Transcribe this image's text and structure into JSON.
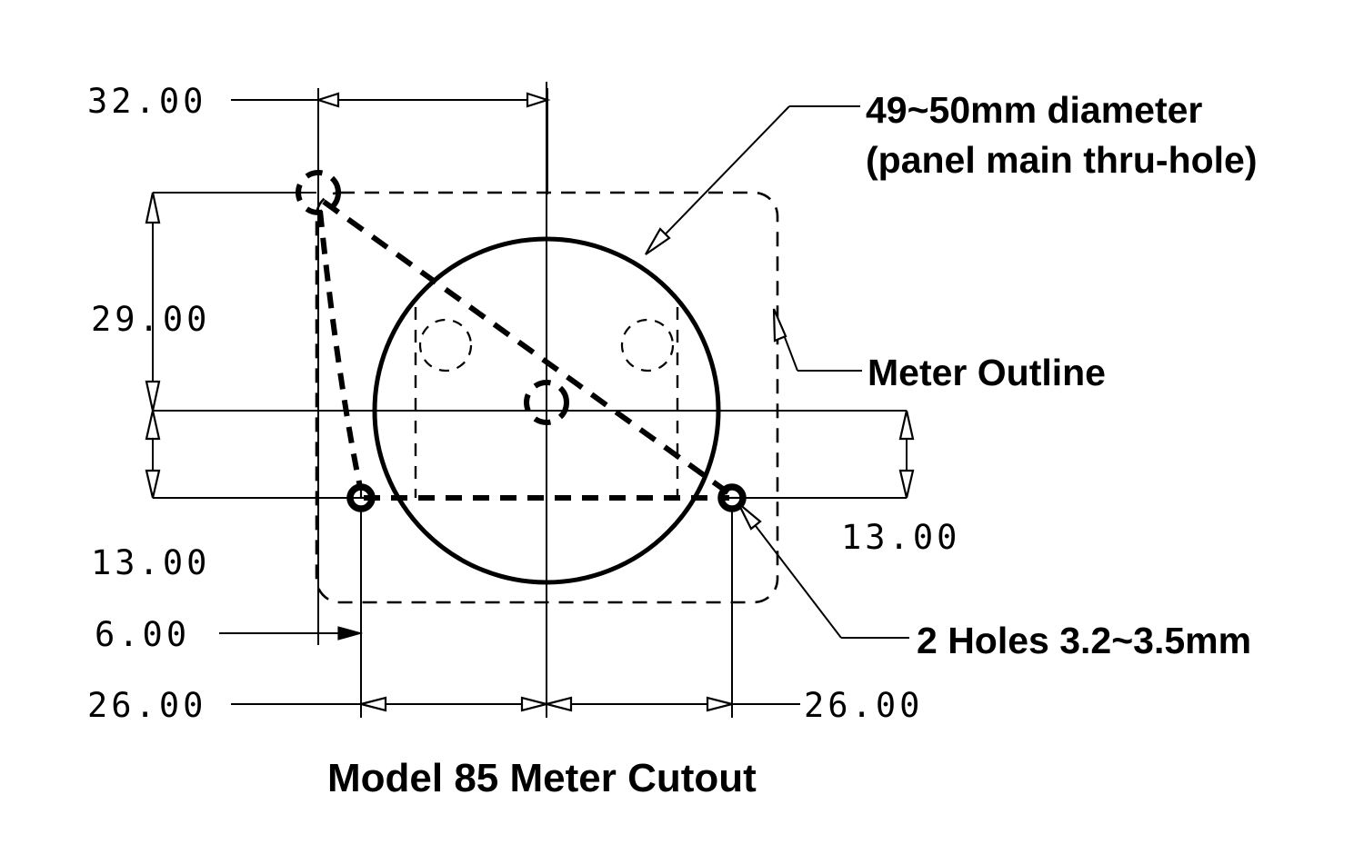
{
  "title": "Model 85 Meter Cutout",
  "dimensions": {
    "top_width": "32.00",
    "upper_height": "29.00",
    "lower_height_left": "13.00",
    "lower_height_right": "13.00",
    "left_offset": "6.00",
    "bottom_left": "26.00",
    "bottom_right": "26.00"
  },
  "annotations": {
    "main_hole_line1": "49~50mm diameter",
    "main_hole_line2": "(panel main thru-hole)",
    "meter_outline": "Meter Outline",
    "mounting_holes": "2 Holes 3.2~3.5mm"
  },
  "colors": {
    "line": "#000000",
    "background": "#ffffff"
  }
}
